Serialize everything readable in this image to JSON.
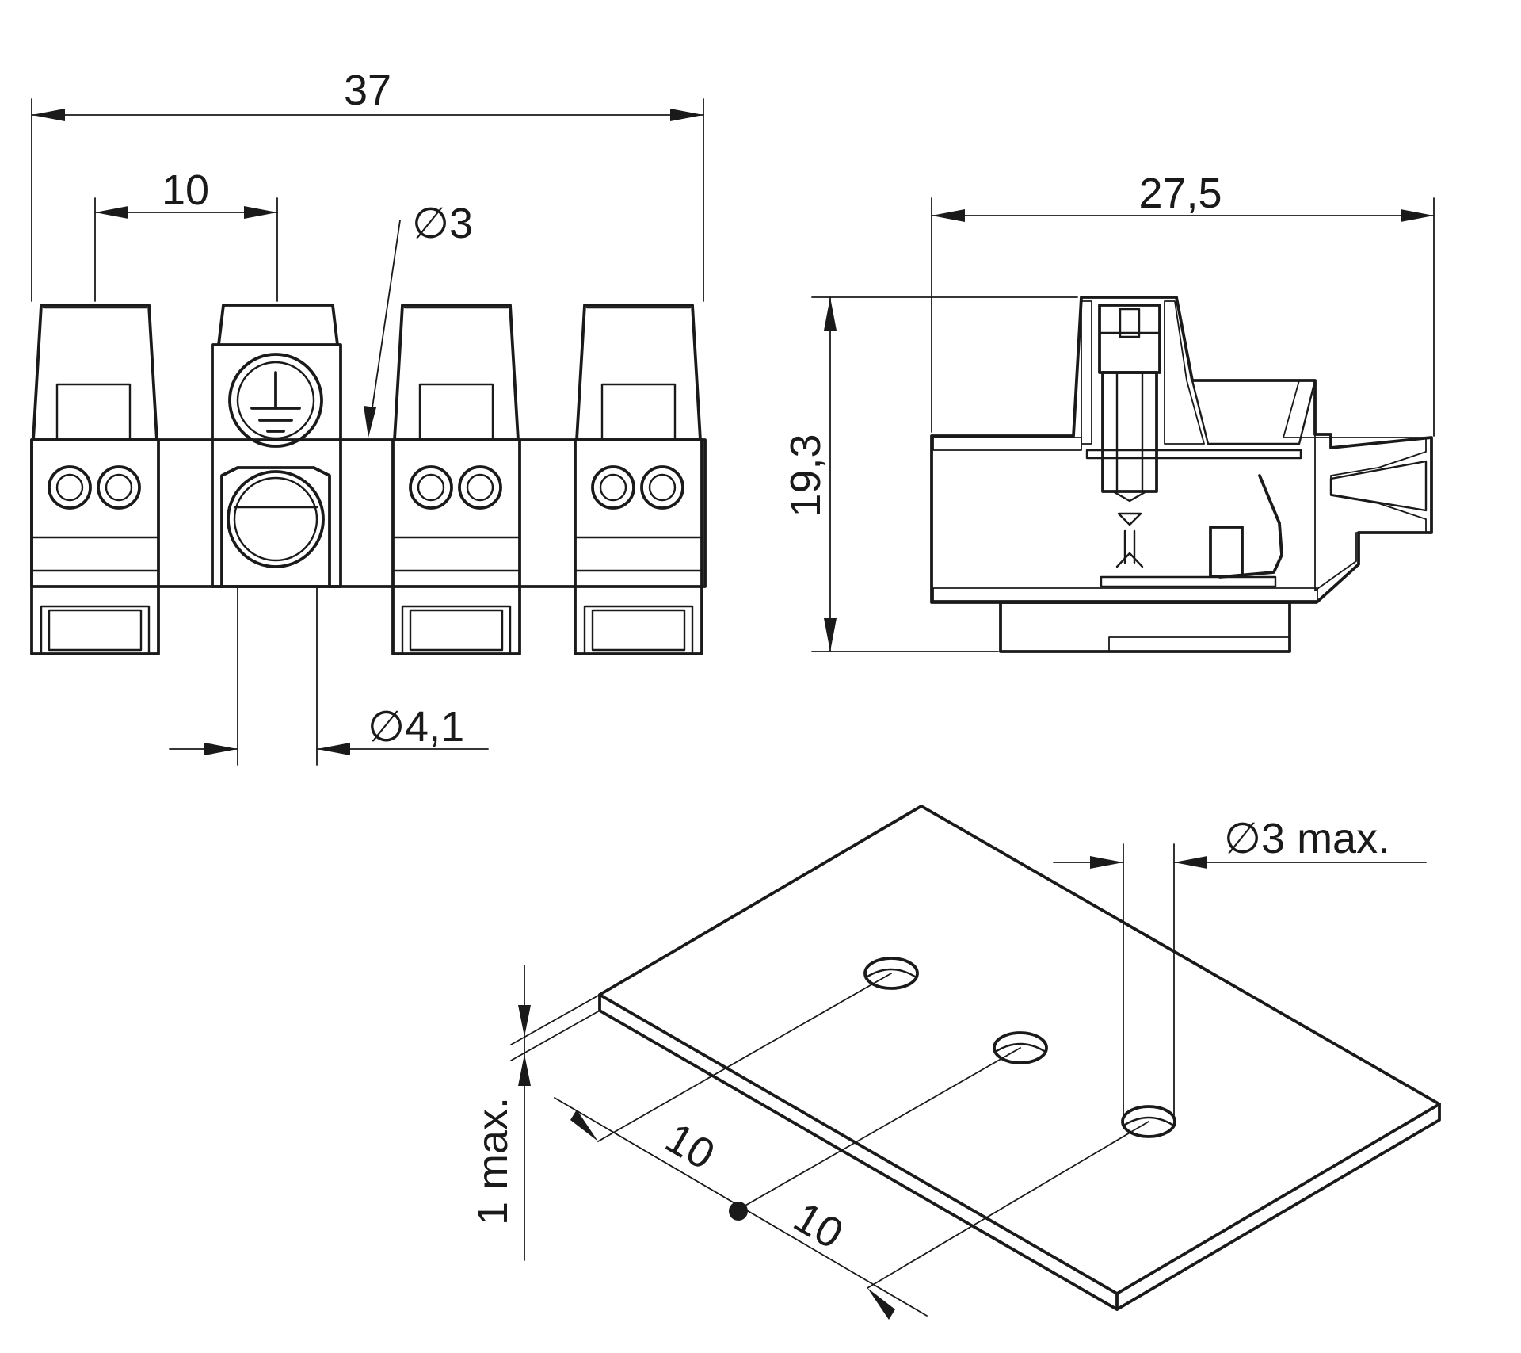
{
  "labels": {
    "front_width": "37",
    "front_pitch": "10",
    "front_small_dia": "∅3",
    "front_large_dia": "∅4,1",
    "side_depth": "27,5",
    "side_height": "19,3",
    "plate_hole_dia": "∅3 max.",
    "plate_thickness": "1 max.",
    "plate_pitch_1": "10",
    "plate_pitch_2": "10"
  },
  "views": {
    "front": {
      "terminal_count": 4,
      "earth_terminal_index": 2
    },
    "side": {
      "section": "sectional side view"
    },
    "plate": {
      "hole_count": 3
    }
  }
}
